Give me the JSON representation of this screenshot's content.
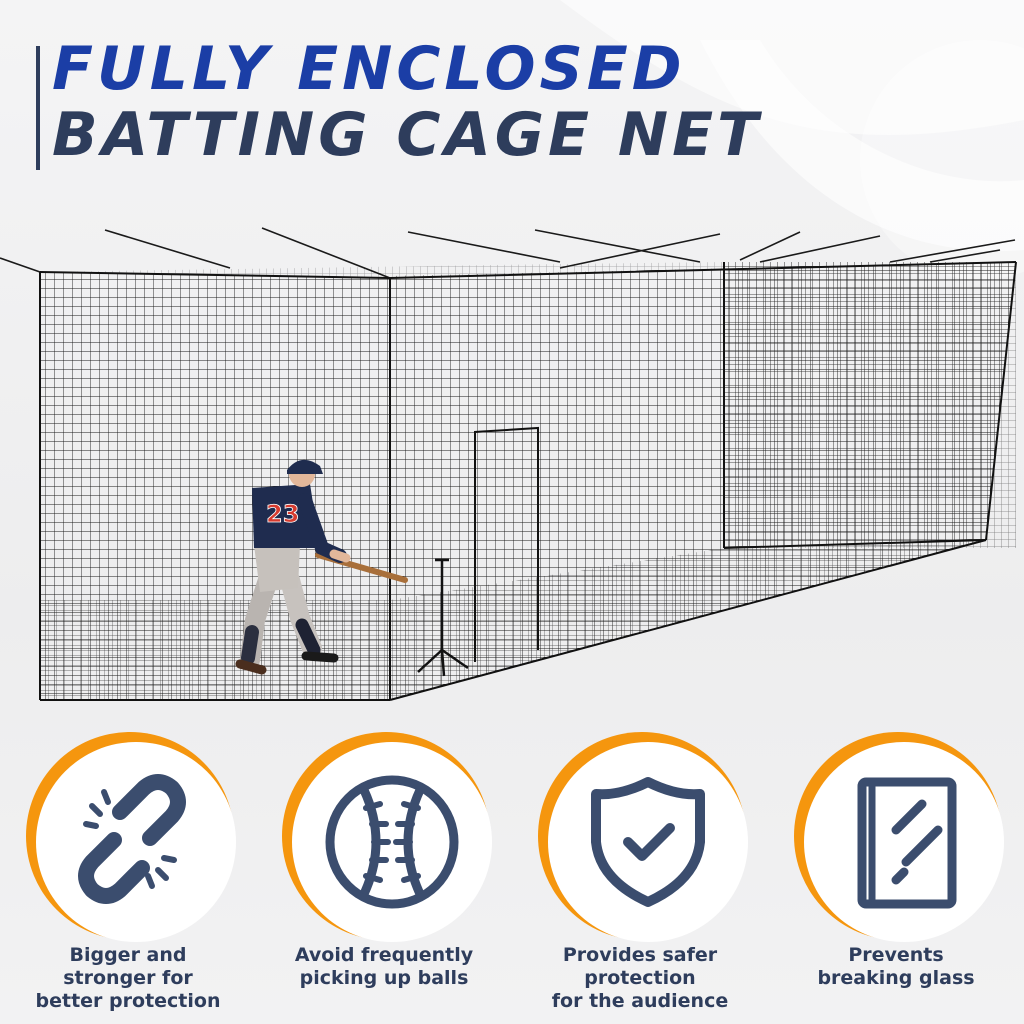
{
  "title": {
    "line1": "FULLY ENCLOSED",
    "line2": "BATTING CAGE NET"
  },
  "player": {
    "jersey_number": "23"
  },
  "colors": {
    "title_blue": "#1b3ea6",
    "navy": "#2e3d5c",
    "accent_orange": "#f5960e",
    "net": "#1a1a1a"
  },
  "features": [
    {
      "icon": "broken-chain-icon",
      "label": "Bigger and\nstronger for\nbetter protection"
    },
    {
      "icon": "baseball-icon",
      "label": "Avoid frequently\npicking up balls"
    },
    {
      "icon": "shield-check-icon",
      "label": "Provides safer\nprotection\nfor the audience"
    },
    {
      "icon": "glass-pane-icon",
      "label": "Prevents\nbreaking glass"
    }
  ]
}
